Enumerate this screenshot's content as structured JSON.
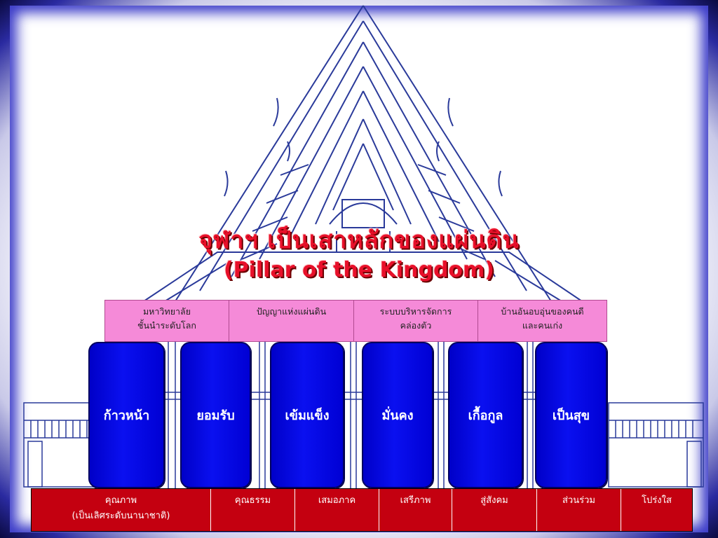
{
  "title": {
    "thai": "จุฬาฯ เป็นเสาหลักของแผ่นดิน",
    "english": "(Pillar of the Kingdom)"
  },
  "top_boxes": [
    "มหาวิทยาลัย\nชั้นนำระดับโลก",
    "ปัญญาแห่งแผ่นดิน",
    "ระบบบริหารจัดการ\nคล่องตัว",
    "บ้านอันอบอุ่นของคนดี\nและคนเก่ง"
  ],
  "pillars": [
    "ก้าวหน้า",
    "ยอมรับ",
    "เข้มแข็ง",
    "มั่นคง",
    "เกื้อกูล",
    "เป็นสุข"
  ],
  "base": [
    "คุณภาพ\n(เป็นเลิศระดับนานาชาติ)",
    "คุณธรรม",
    "เสมอภาค",
    "เสรีภาพ",
    "สู่สังคม",
    "ส่วนร่วม",
    "โปร่งใส"
  ],
  "colors": {
    "pink_box": "#f58ad8",
    "pillar_blue": "#0a10f0",
    "base_red": "#c40010",
    "title_red": "#e8102a",
    "line_art": "#2a3a9a"
  },
  "icons": [
    "thai-temple-roof-illustration"
  ]
}
